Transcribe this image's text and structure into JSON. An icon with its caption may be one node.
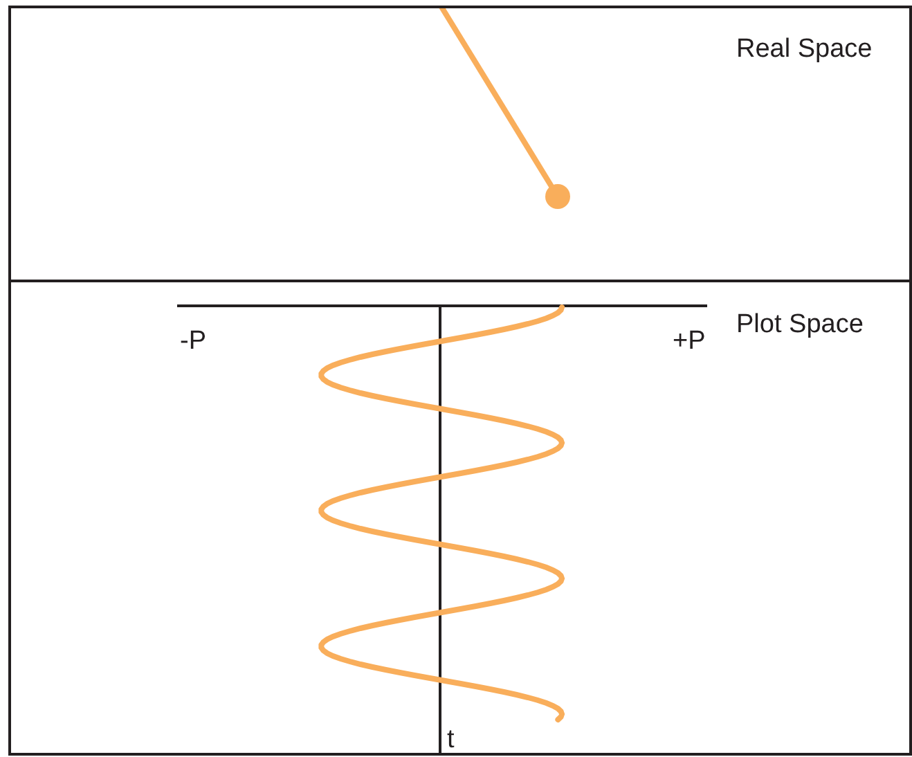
{
  "diagram": {
    "nodes": [
      {
        "text": [
          "Real Space"
        ]
      },
      {
        "text": [
          "Plot Space"
        ]
      }
    ],
    "labels": [
      "-P",
      "+P",
      "t"
    ]
  }
}
